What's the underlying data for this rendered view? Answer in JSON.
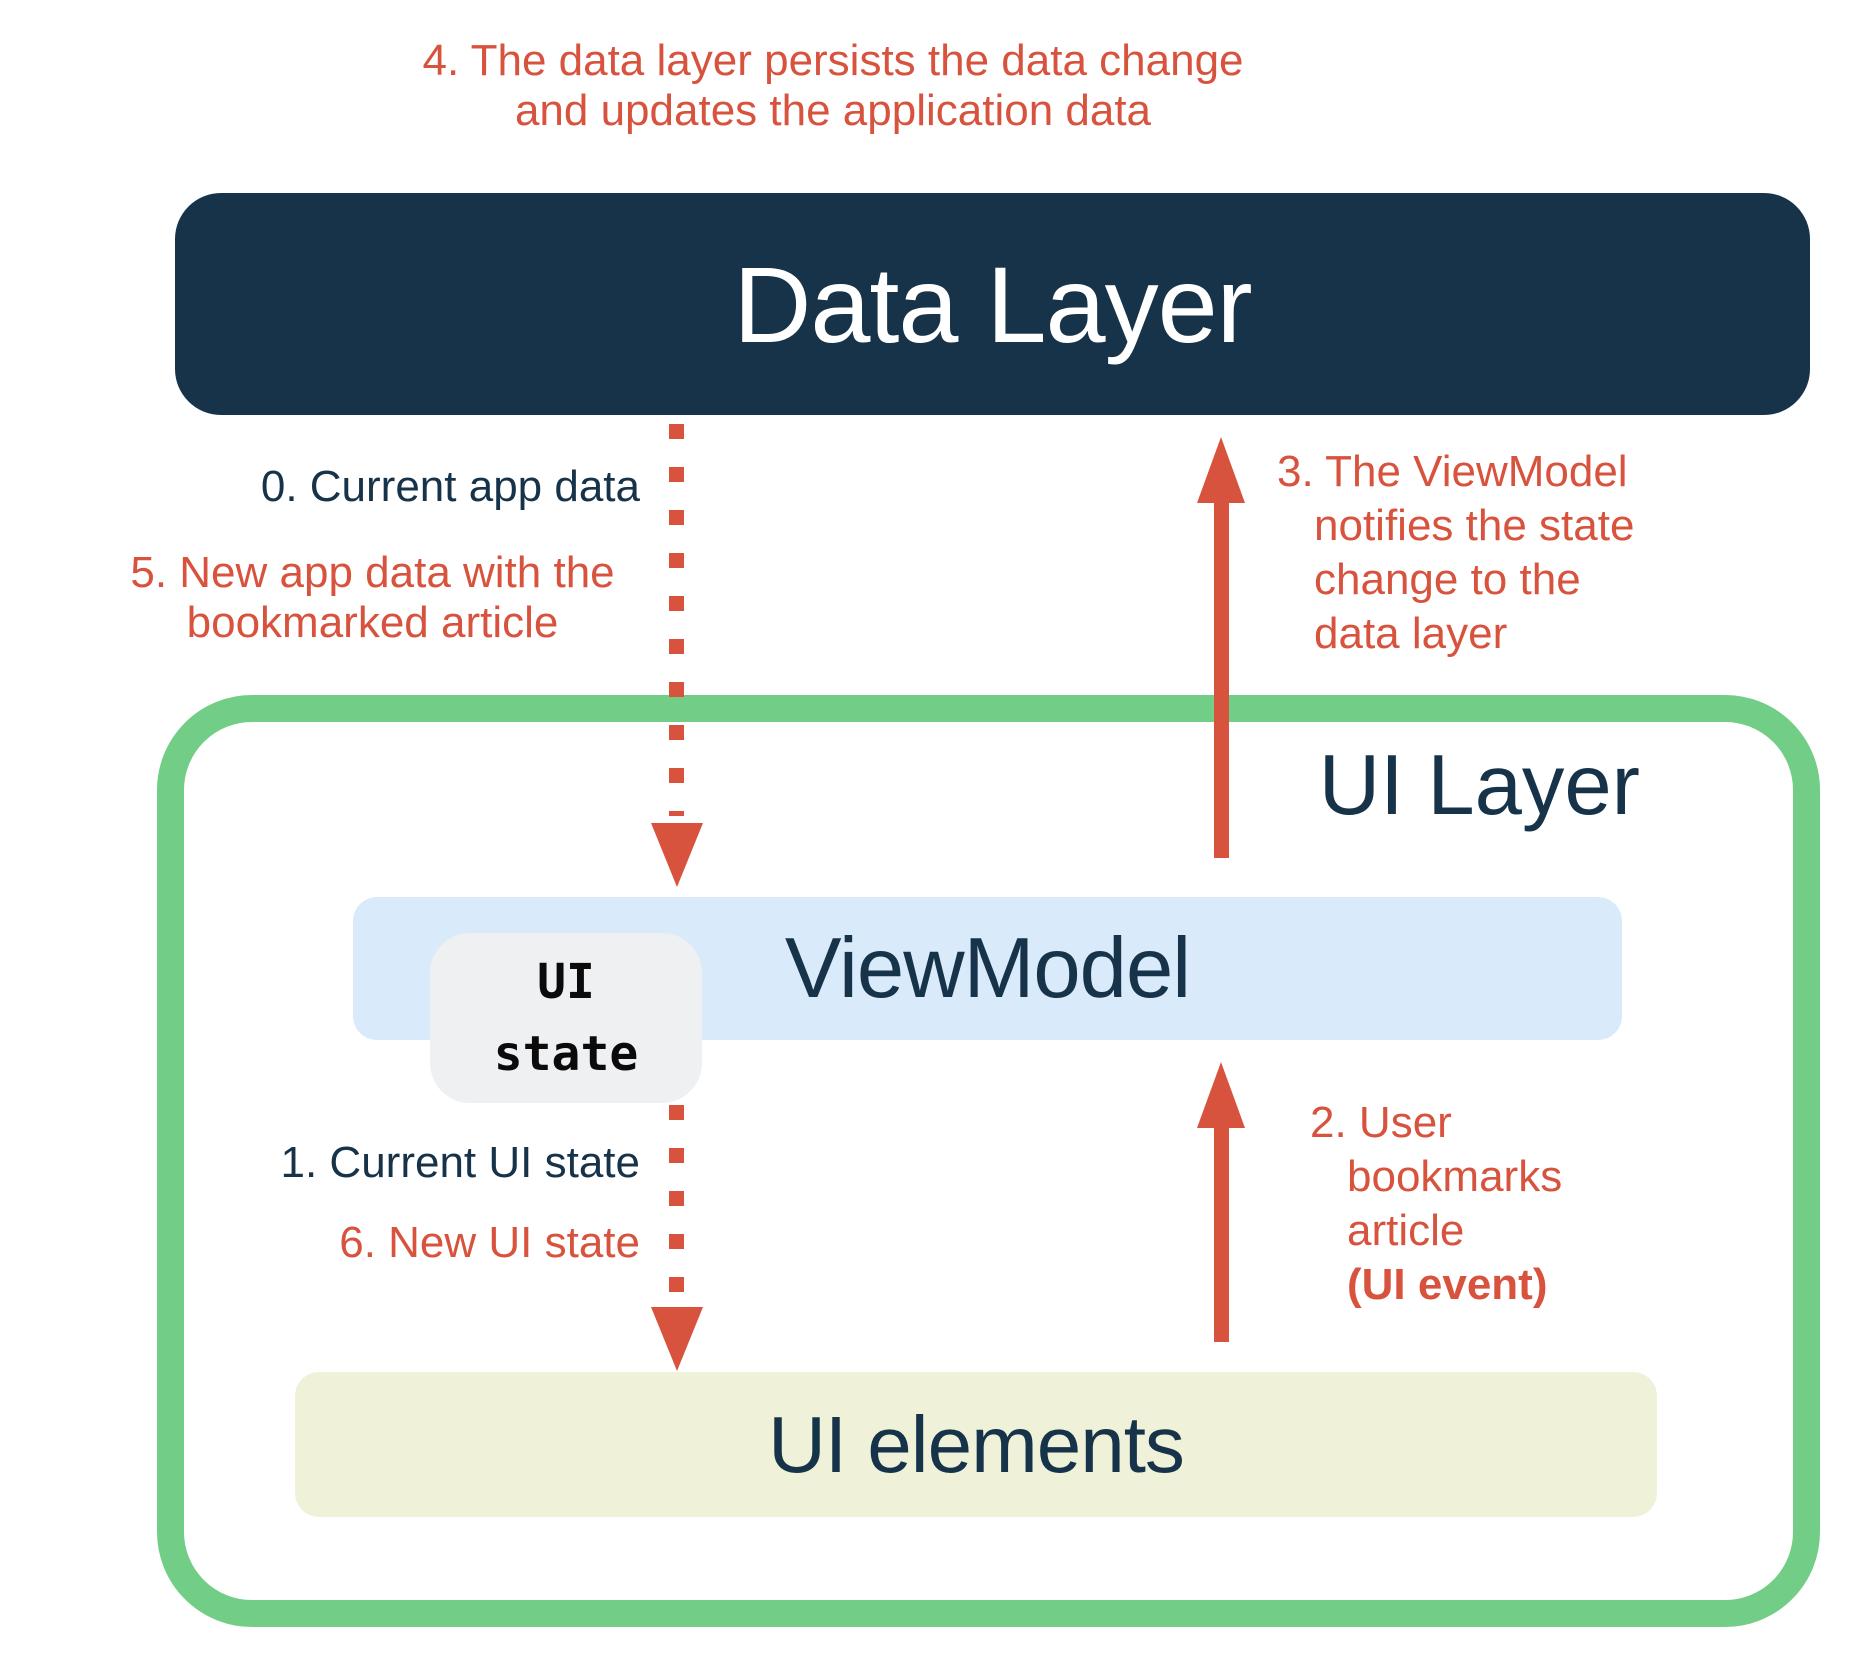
{
  "colors": {
    "navy": "#17334A",
    "red": "#D8533E",
    "green": "#72CE87",
    "light_blue": "#D9EAFB",
    "light_yellow": "#EFF2D8",
    "badge_gray": "#EEF0F2",
    "white": "#FFFFFF",
    "badge_text": "#0B0B0C"
  },
  "caption_step4": {
    "line1": "4. The data layer persists the data change",
    "line2": "and updates the application data"
  },
  "data_layer": {
    "label": "Data Layer"
  },
  "ui_layer": {
    "label": "UI Layer"
  },
  "viewmodel": {
    "label": "ViewModel"
  },
  "ui_state_badge": {
    "line1": "UI",
    "line2": "state"
  },
  "ui_elements": {
    "label": "UI elements"
  },
  "steps": {
    "step0": {
      "label": "0. Current app data"
    },
    "step5": {
      "line1": "5. New app data with the",
      "line2": "bookmarked article"
    },
    "step3": {
      "lines": [
        "3. The ViewModel",
        "notifies the state",
        "change to the",
        "data layer"
      ]
    },
    "step1": {
      "label": "1. Current UI state"
    },
    "step6": {
      "label": "6. New UI state"
    },
    "step2": {
      "lines": [
        "2. User",
        "bookmarks",
        "article",
        "(UI event)"
      ]
    }
  }
}
